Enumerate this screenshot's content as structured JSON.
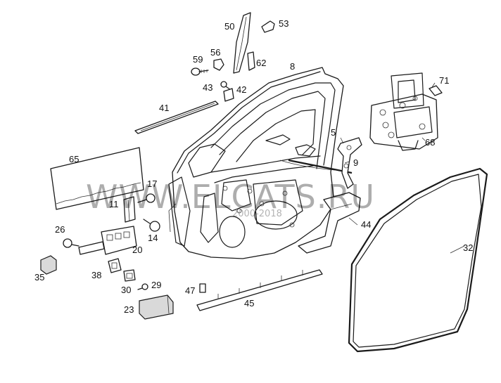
{
  "diagram": {
    "callouts": {
      "p50": "50",
      "p53": "53",
      "p56": "56",
      "p59": "59",
      "p62": "62",
      "p8": "8",
      "p43": "43",
      "p42": "42",
      "p41": "41",
      "p71": "71",
      "p5": "5",
      "p9": "9",
      "p68": "68",
      "p65": "65",
      "p17": "17",
      "p11": "11",
      "p14": "14",
      "p26": "26",
      "p20": "20",
      "p35": "35",
      "p38": "38",
      "p30": "30",
      "p29": "29",
      "p23": "23",
      "p47": "47",
      "p45": "45",
      "p44": "44",
      "p32": "32"
    },
    "watermark": {
      "main": "WWW.ELCATS.RU",
      "date": "2000-2018"
    }
  }
}
